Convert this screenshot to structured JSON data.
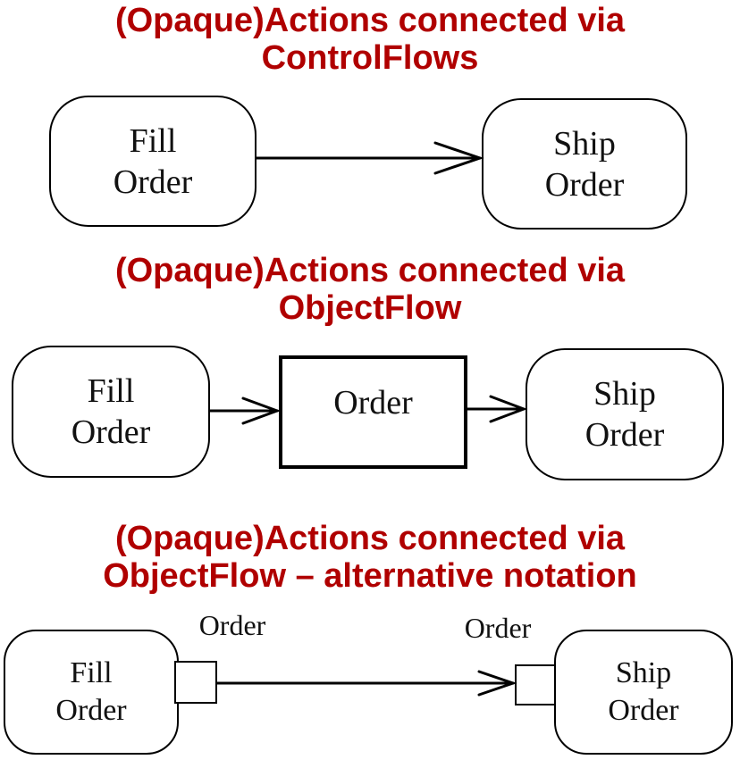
{
  "diagram1": {
    "heading": [
      "(Opaque)Actions connected via",
      "ControlFlows"
    ],
    "source": {
      "line1": "Fill",
      "line2": "Order"
    },
    "target": {
      "line1": "Ship",
      "line2": "Order"
    }
  },
  "diagram2": {
    "heading": [
      "(Opaque)Actions connected via",
      "ObjectFlow"
    ],
    "source": {
      "line1": "Fill",
      "line2": "Order"
    },
    "object": {
      "label": "Order"
    },
    "target": {
      "line1": "Ship",
      "line2": "Order"
    }
  },
  "diagram3": {
    "heading": [
      "(Opaque)Actions connected via",
      "ObjectFlow – alternative notation"
    ],
    "source": {
      "line1": "Fill",
      "line2": "Order"
    },
    "output_pin_label": "Order",
    "input_pin_label": "Order",
    "target": {
      "line1": "Ship",
      "line2": "Order"
    }
  },
  "colors": {
    "heading": "#b00000",
    "stroke": "#000000"
  }
}
